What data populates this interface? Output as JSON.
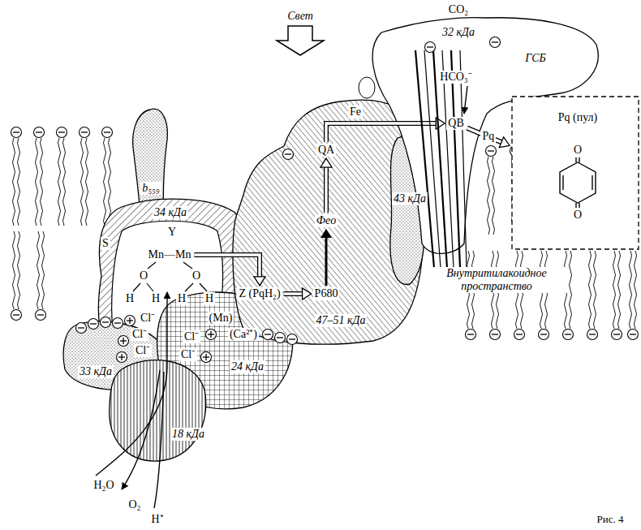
{
  "diagram": {
    "caption": "Рис. 4",
    "nodes": [
      {
        "text": [
          "b₅₅₉"
        ]
      },
      {
        "text": [
          "34 кДа"
        ]
      },
      {
        "text": [
          "33 кДа"
        ]
      },
      {
        "text": [
          "24 кДа"
        ]
      },
      {
        "text": [
          "18 кДа"
        ]
      },
      {
        "text": [
          "47–51 кДа"
        ]
      },
      {
        "text": [
          "43 кДа"
        ]
      },
      {
        "text": [
          "32 кДа",
          "ГСБ"
        ]
      },
      {
        "text": [
          "Pq (пул)"
        ]
      },
      {
        "text": [
          "Mn—Mn"
        ],
        "in": 1
      },
      {
        "text": [
          "Z (PqH₂)"
        ]
      },
      {
        "text": [
          "P680"
        ],
        "in": 5
      },
      {
        "text": [
          "Фео"
        ],
        "in": 5
      },
      {
        "text": [
          "QA"
        ],
        "in": 5
      },
      {
        "text": [
          "QB"
        ],
        "in": 7
      }
    ],
    "edges": [
      {
        "from": 9,
        "to": 10,
        "arrow": "to"
      },
      {
        "from": 10,
        "to": 11,
        "arrow": "to"
      },
      {
        "from": 11,
        "to": 12,
        "arrow": "to"
      },
      {
        "from": 12,
        "to": 13,
        "arrow": "to"
      },
      {
        "from": 13,
        "to": 14,
        "arrow": "to"
      },
      {
        "from": 14,
        "to": 8,
        "label": "Pq",
        "arrow": "to"
      }
    ],
    "labels": [
      "Свет",
      "CO₂",
      "HCO₃⁻",
      "Fe",
      "Y",
      "S",
      "O",
      "O",
      "H",
      "H",
      "H",
      "H",
      "Cl⁻",
      "Cl⁻",
      "Cl⁻",
      "Cl⁻",
      "Cl⁻",
      "(Mn)",
      "(Ca²⁺)",
      "H₂O",
      "O₂",
      "H⁺",
      "O",
      "O",
      "Внутритилакоидное пространство"
    ]
  }
}
